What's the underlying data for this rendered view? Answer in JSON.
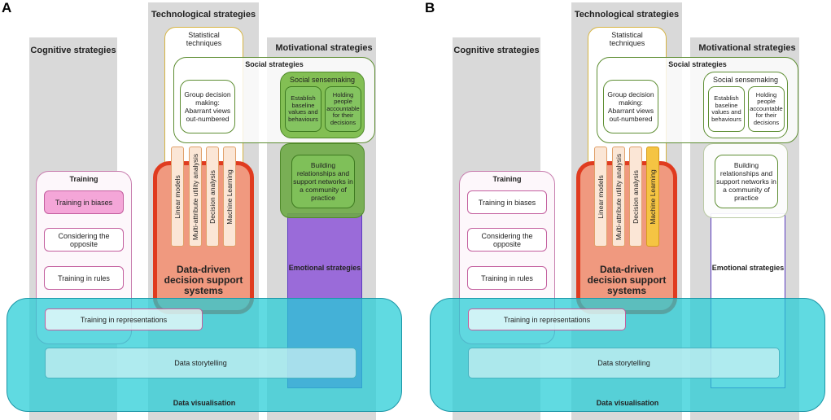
{
  "panels": [
    {
      "letter": "A",
      "columns": {
        "cognitive": "Cognitive strategies",
        "technological": "Technological strategies",
        "motivational": "Motivational strategies"
      },
      "statistical_techniques": "Statistical\ntechniques",
      "social_strategies": "Social strategies",
      "group_decision": "Group decision making: Abarrant views out-numbered",
      "social_sensemaking": "Social sensemaking",
      "sensemaking_items": [
        "Establish baseline values and behaviours",
        "Holding people accountable for their decisions"
      ],
      "building_relationships": "Building relationships and support networks in a community of practice",
      "training": {
        "title": "Training",
        "items": [
          "Training in biases",
          "Considering the opposite",
          "Training in rules"
        ],
        "representations": "Training in representations"
      },
      "data_driven": {
        "title": "Data-driven decision support systems",
        "techniques": [
          "Linear models",
          "Multi-attribute utility analysis",
          "Decision analysis",
          "Machine Learning"
        ]
      },
      "emotional": "Emotional strategies",
      "data_storytelling": "Data storytelling",
      "data_visualisation": "Data visualisation",
      "colors": {
        "highlighted_training_item": "#f4a6d8",
        "sensemaking": "#72b63c",
        "emotional": "#9a6bd9",
        "machine_learning": "#fbe6d6"
      }
    },
    {
      "letter": "B",
      "columns": {
        "cognitive": "Cognitive strategies",
        "technological": "Technological strategies",
        "motivational": "Motivational strategies"
      },
      "statistical_techniques": "Statistical\ntechniques",
      "social_strategies": "Social strategies",
      "group_decision": "Group decision making: Abarrant views out-numbered",
      "social_sensemaking": "Social sensemaking",
      "sensemaking_items": [
        "Establish baseline values and behaviours",
        "Holding people accountable for their decisions"
      ],
      "building_relationships": "Building relationships and support networks in a community of practice",
      "training": {
        "title": "Training",
        "items": [
          "Training in biases",
          "Considering the opposite",
          "Training in rules"
        ],
        "representations": "Training in representations"
      },
      "data_driven": {
        "title": "Data-driven decision support systems",
        "techniques": [
          "Linear models",
          "Multi-attribute utility analysis",
          "Decision analysis",
          "Machine Learning"
        ]
      },
      "emotional": "Emotional strategies",
      "data_storytelling": "Data storytelling",
      "data_visualisation": "Data visualisation",
      "colors": {
        "highlighted_training_item": "#ffffff",
        "sensemaking": "#ffffff",
        "emotional": "#ffffff",
        "machine_learning": "#f5c443"
      }
    }
  ]
}
